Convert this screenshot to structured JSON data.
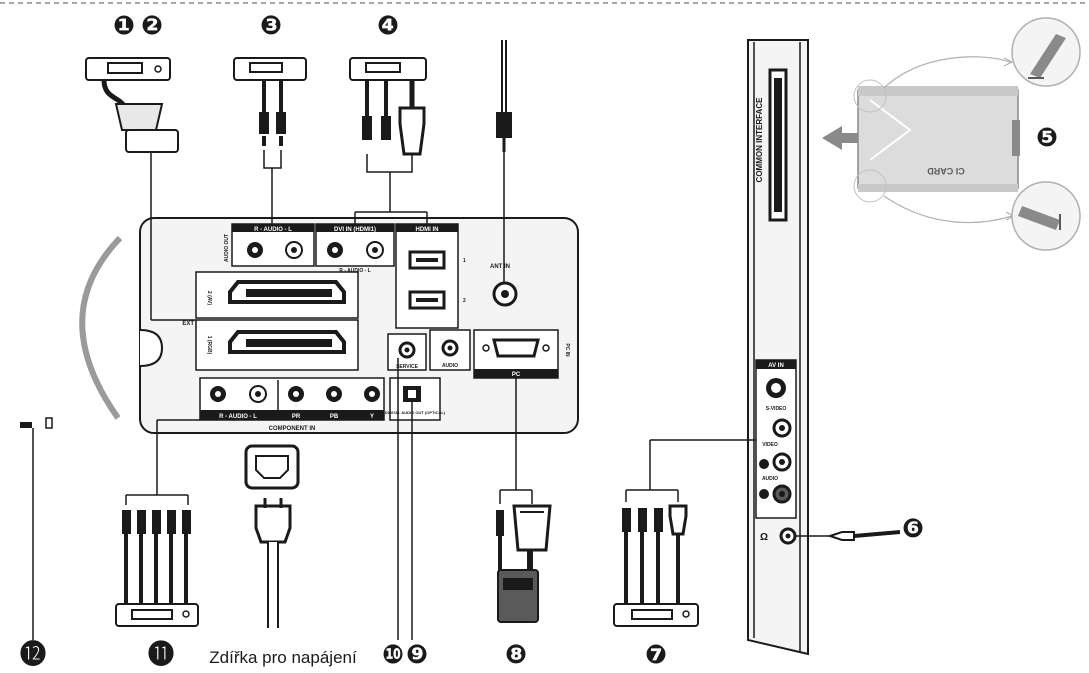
{
  "markers": {
    "m1": "❶",
    "m2": "❷",
    "m3": "❸",
    "m4": "❹",
    "m5": "❺",
    "m6": "❻",
    "m7": "❼",
    "m8": "❽",
    "m9": "❾",
    "m10": "❿",
    "m11": "⓫",
    "m12": "⓬"
  },
  "panel_labels": {
    "audio_out": "AUDIO OUT",
    "audio_out_rl": "R - AUDIO - L",
    "dvi_in": "DVI IN (HDMI1)",
    "dvi_audio": "R - AUDIO - L",
    "hdmi_in": "HDMI IN",
    "hdmi_1": "1",
    "hdmi_2": "2",
    "ant_in": "ANT IN",
    "ext_2": "2 (AV)",
    "ext_1": "1 (RGB)",
    "ext": "EXT",
    "service": "SERVICE",
    "audio": "AUDIO",
    "pc": "PC",
    "pc_in": "PC IN",
    "optical": "DIGITAL AUDIO OUT (OPTICAL)",
    "comp_rl": "R - AUDIO - L",
    "pr": "PR",
    "pb": "PB",
    "y": "Y",
    "component_in": "COMPONENT IN"
  },
  "side_labels": {
    "common_interface": "COMMON INTERFACE",
    "av_in": "AV IN",
    "s_video": "S-VIDEO",
    "video": "VIDEO",
    "audio": "AUDIO",
    "headphone": "Ω",
    "ci_card": "CI CARD"
  },
  "power_caption": "Zdířka pro napájení",
  "colors": {
    "ink": "#1a1a1a",
    "panel_fill": "#f4f4f4",
    "card_fill": "#dcdcdc",
    "dashed_border": "#8a8a8a"
  }
}
